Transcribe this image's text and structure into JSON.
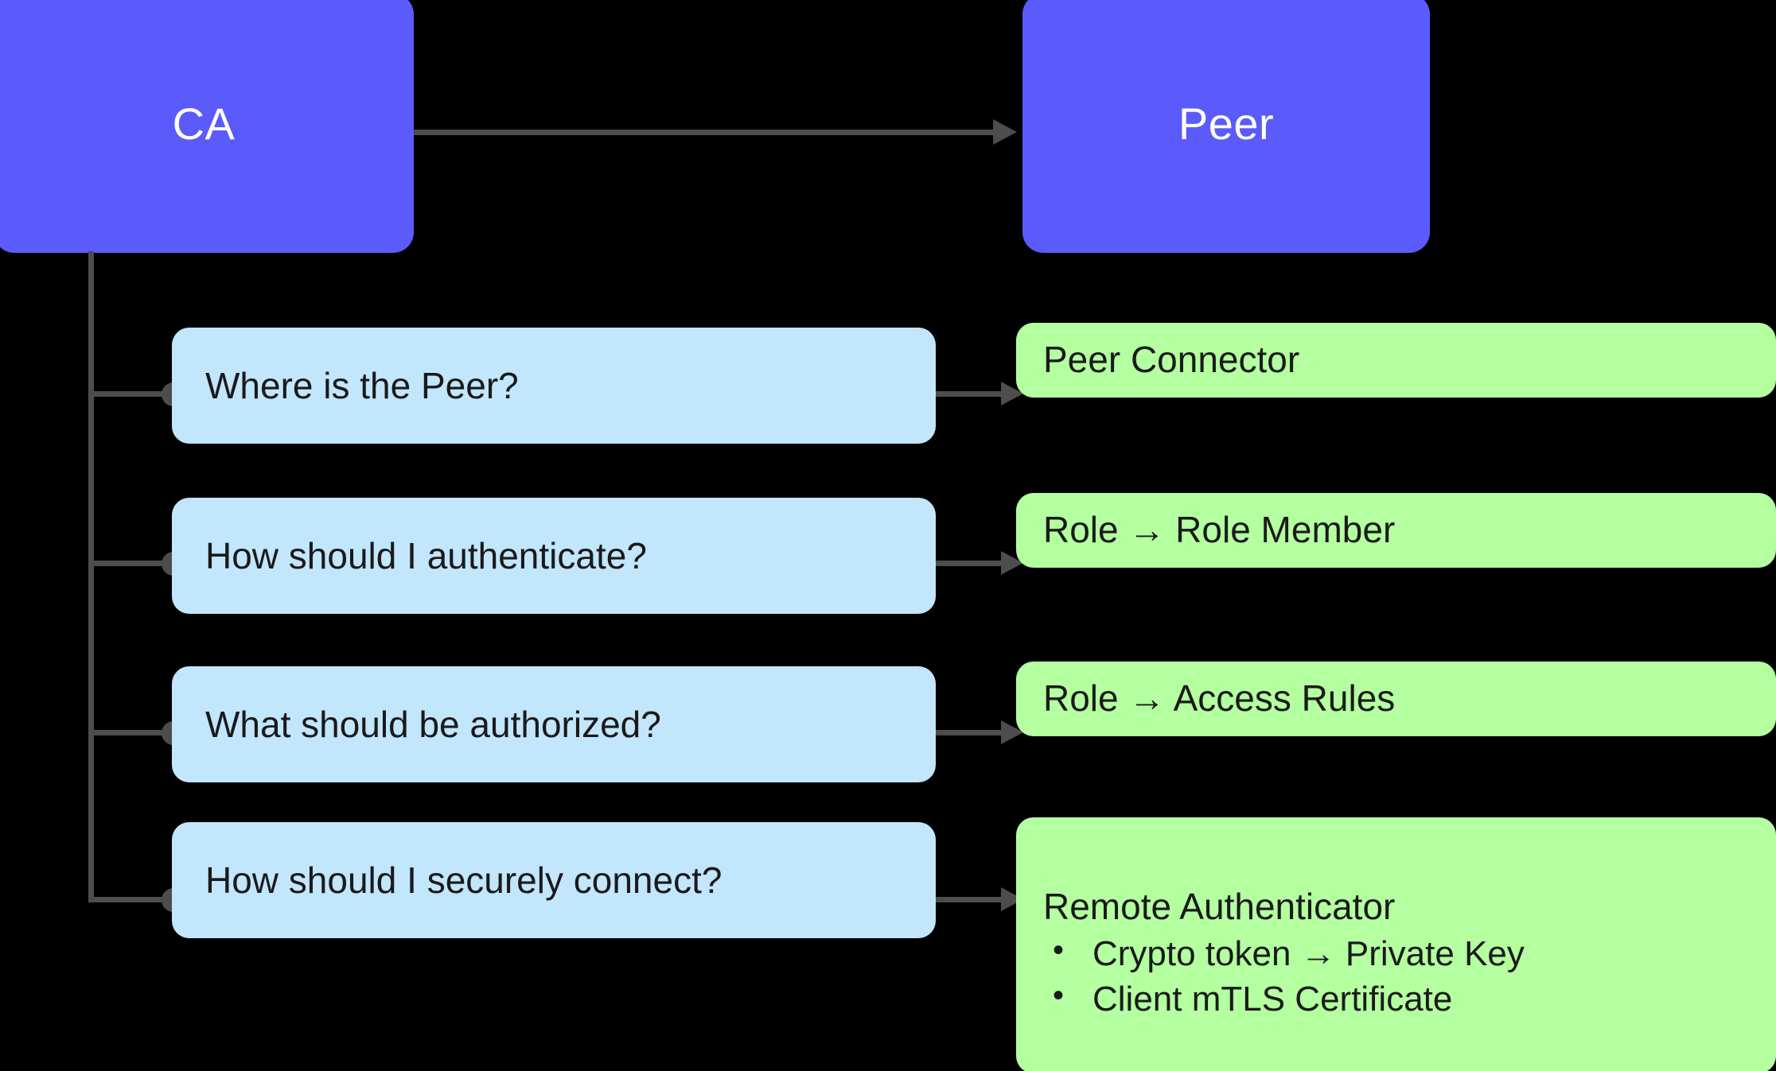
{
  "diagram": {
    "background_color": "#000000",
    "actors": [
      {
        "id": "ca",
        "label": "CA",
        "color": "#5B5BFB",
        "text_color": "#FFFFFF"
      },
      {
        "id": "peer",
        "label": "Peer",
        "color": "#5B5BFB",
        "text_color": "#FFFFFF"
      }
    ],
    "colors": {
      "actor": "#5B5BFB",
      "question": "#C2E6FC",
      "answer": "#B4FFA0",
      "connector": "#4D4D4D",
      "text": "#1A1A1A"
    },
    "rows": [
      {
        "question": "Where is the Peer?",
        "answer_title": "Peer Connector",
        "answer_bullets": []
      },
      {
        "question": "How should I authenticate?",
        "answer_title": "Role → Role Member",
        "answer_bullets": []
      },
      {
        "question": "What should be authorized?",
        "answer_title": "Role → Access Rules",
        "answer_bullets": []
      },
      {
        "question": "How should I securely connect?",
        "answer_title": "Remote Authenticator",
        "answer_bullets": [
          "Crypto token → Private Key",
          "Client mTLS Certificate"
        ]
      }
    ]
  }
}
